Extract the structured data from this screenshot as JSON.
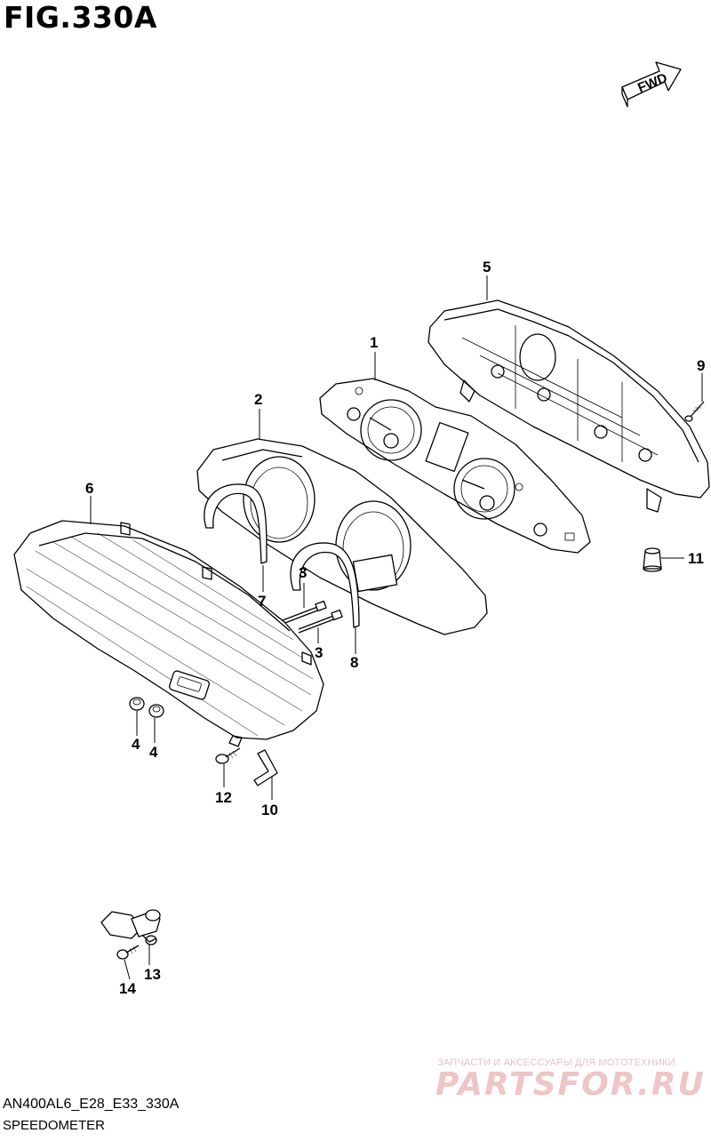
{
  "figure_title": "FIG.330A",
  "direction_marker": {
    "label": "FWD",
    "icon": "fwd-arrow-icon"
  },
  "callouts": [
    {
      "id": "callout-1",
      "label": "1"
    },
    {
      "id": "callout-2",
      "label": "2"
    },
    {
      "id": "callout-3a",
      "label": "3"
    },
    {
      "id": "callout-3b",
      "label": "3"
    },
    {
      "id": "callout-4a",
      "label": "4"
    },
    {
      "id": "callout-4b",
      "label": "4"
    },
    {
      "id": "callout-5",
      "label": "5"
    },
    {
      "id": "callout-6",
      "label": "6"
    },
    {
      "id": "callout-7",
      "label": "7"
    },
    {
      "id": "callout-8",
      "label": "8"
    },
    {
      "id": "callout-9",
      "label": "9"
    },
    {
      "id": "callout-10",
      "label": "10"
    },
    {
      "id": "callout-11",
      "label": "11"
    },
    {
      "id": "callout-12",
      "label": "12"
    },
    {
      "id": "callout-13",
      "label": "13"
    },
    {
      "id": "callout-14",
      "label": "14"
    }
  ],
  "model_code": "AN400AL6_E28_E33_330A",
  "caption": "SPEEDOMETER",
  "watermark": {
    "tagline": "ЗАПЧАСТИ И АКСЕССУАРЫ ДЛЯ МОТОТЕХНИКИ",
    "brand": "PARTSFOR.RU"
  }
}
